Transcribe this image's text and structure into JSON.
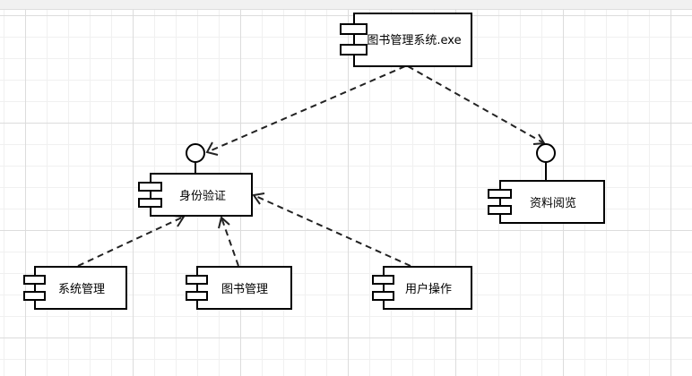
{
  "diagram": {
    "components": {
      "main": "图书管理系统.exe",
      "auth": "身份验证",
      "browse": "资料阅览",
      "sysmgmt": "系统管理",
      "bookmgmt": "图书管理",
      "userops": "用户操作"
    },
    "colors": {
      "stroke": "#000000",
      "dependency": "#222222",
      "grid": "#dcdcdc",
      "background": "#ffffff"
    }
  }
}
